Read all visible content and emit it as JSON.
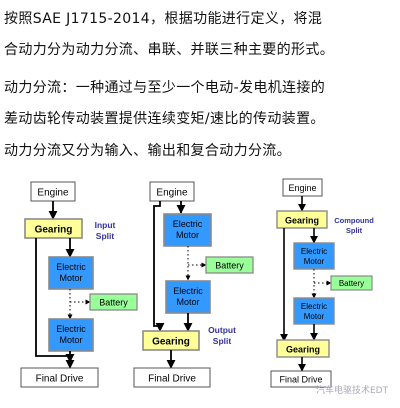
{
  "paragraphs": {
    "p1_line1": "按照SAE J1715-2014，根据功能进行定义，将混",
    "p1_line2": "合动力分为动力分流、串联、并联三种主要的形式。",
    "p2_line1": "动力分流：一种通过与至少一个电动-发电机连接的",
    "p2_line2": "差动齿轮传动装置提供连续变矩/速比的传动装置。",
    "p3_line1": "动力分流又分为输入、输出和复合动力分流。"
  },
  "diagrams": {
    "input": {
      "engine": "Engine",
      "gearing": "Gearing",
      "title_line1": "Input",
      "title_line2": "Split",
      "motor1_line1": "Electric",
      "motor1_line2": "Motor",
      "battery": "Battery",
      "motor2_line1": "Electric",
      "motor2_line2": "Motor",
      "final_drive": "Final Drive"
    },
    "output": {
      "engine": "Engine",
      "motor1_line1": "Electric",
      "motor1_line2": "Motor",
      "battery": "Battery",
      "motor2_line1": "Electric",
      "motor2_line2": "Motor",
      "gearing": "Gearing",
      "title_line1": "Output",
      "title_line2": "Split",
      "final_drive": "Final Drive"
    },
    "compound": {
      "engine": "Engine",
      "gearing_top": "Gearing",
      "title_line1": "Compound",
      "title_line2": "Split",
      "motor1_line1": "Electric",
      "motor1_line2": "Motor",
      "battery": "Battery",
      "motor2_line1": "Electric",
      "motor2_line2": "Motor",
      "gearing_bottom": "Gearing",
      "final_drive": "Final Drive"
    }
  },
  "watermark": "汽车电驱技术EDT",
  "colors": {
    "gearing_fill": "#ffff99",
    "motor_fill": "#3399ff",
    "battery_fill": "#99ff99",
    "title_color": "#33339a"
  }
}
